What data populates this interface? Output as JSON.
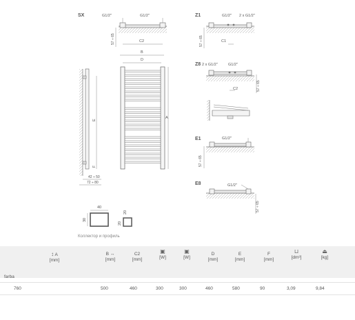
{
  "sections": {
    "sx": "SX",
    "z1": "Z1",
    "z8": "Z8",
    "e1": "E1",
    "e8": "E8"
  },
  "labels": {
    "g12": "G1/2\"",
    "two_g12": "2 x G1/2\"",
    "dim_57_65": "57 ÷ 65",
    "c1": "C1",
    "c2": "C2",
    "a": "A",
    "b": "B",
    "d": "D",
    "e": "E",
    "f": "F",
    "dim_42_50": "42 ÷ 50",
    "dim_72_80": "72 ÷ 80",
    "profile_40": "40",
    "profile_30": "30",
    "profile_20a": "20",
    "profile_20b": "20"
  },
  "caption": "Коллектор и профиль",
  "table": {
    "headers": [
      {
        "label": "A",
        "unit": "[mm]",
        "icon": "vertical-arrow-icon"
      },
      {
        "label": "B",
        "unit": "[mm]",
        "icon": "horizontal-arrow-icon"
      },
      {
        "label": "C2",
        "unit": "[mm]",
        "icon": ""
      },
      {
        "label": "",
        "unit": "[W]",
        "icon": "heat-output-icon"
      },
      {
        "label": "",
        "unit": "[W]",
        "icon": "heat-output-icon"
      },
      {
        "label": "D",
        "unit": "[mm]",
        "icon": ""
      },
      {
        "label": "E",
        "unit": "[mm]",
        "icon": ""
      },
      {
        "label": "F",
        "unit": "[mm]",
        "icon": ""
      },
      {
        "label": "",
        "unit": "[dm³]",
        "icon": "water-volume-icon"
      },
      {
        "label": "",
        "unit": "[kg]",
        "icon": "weight-icon"
      }
    ],
    "group_label": "farba",
    "row": [
      "760",
      "500",
      "460",
      "300",
      "300",
      "460",
      "580",
      "90",
      "3,09",
      "9,84"
    ]
  }
}
